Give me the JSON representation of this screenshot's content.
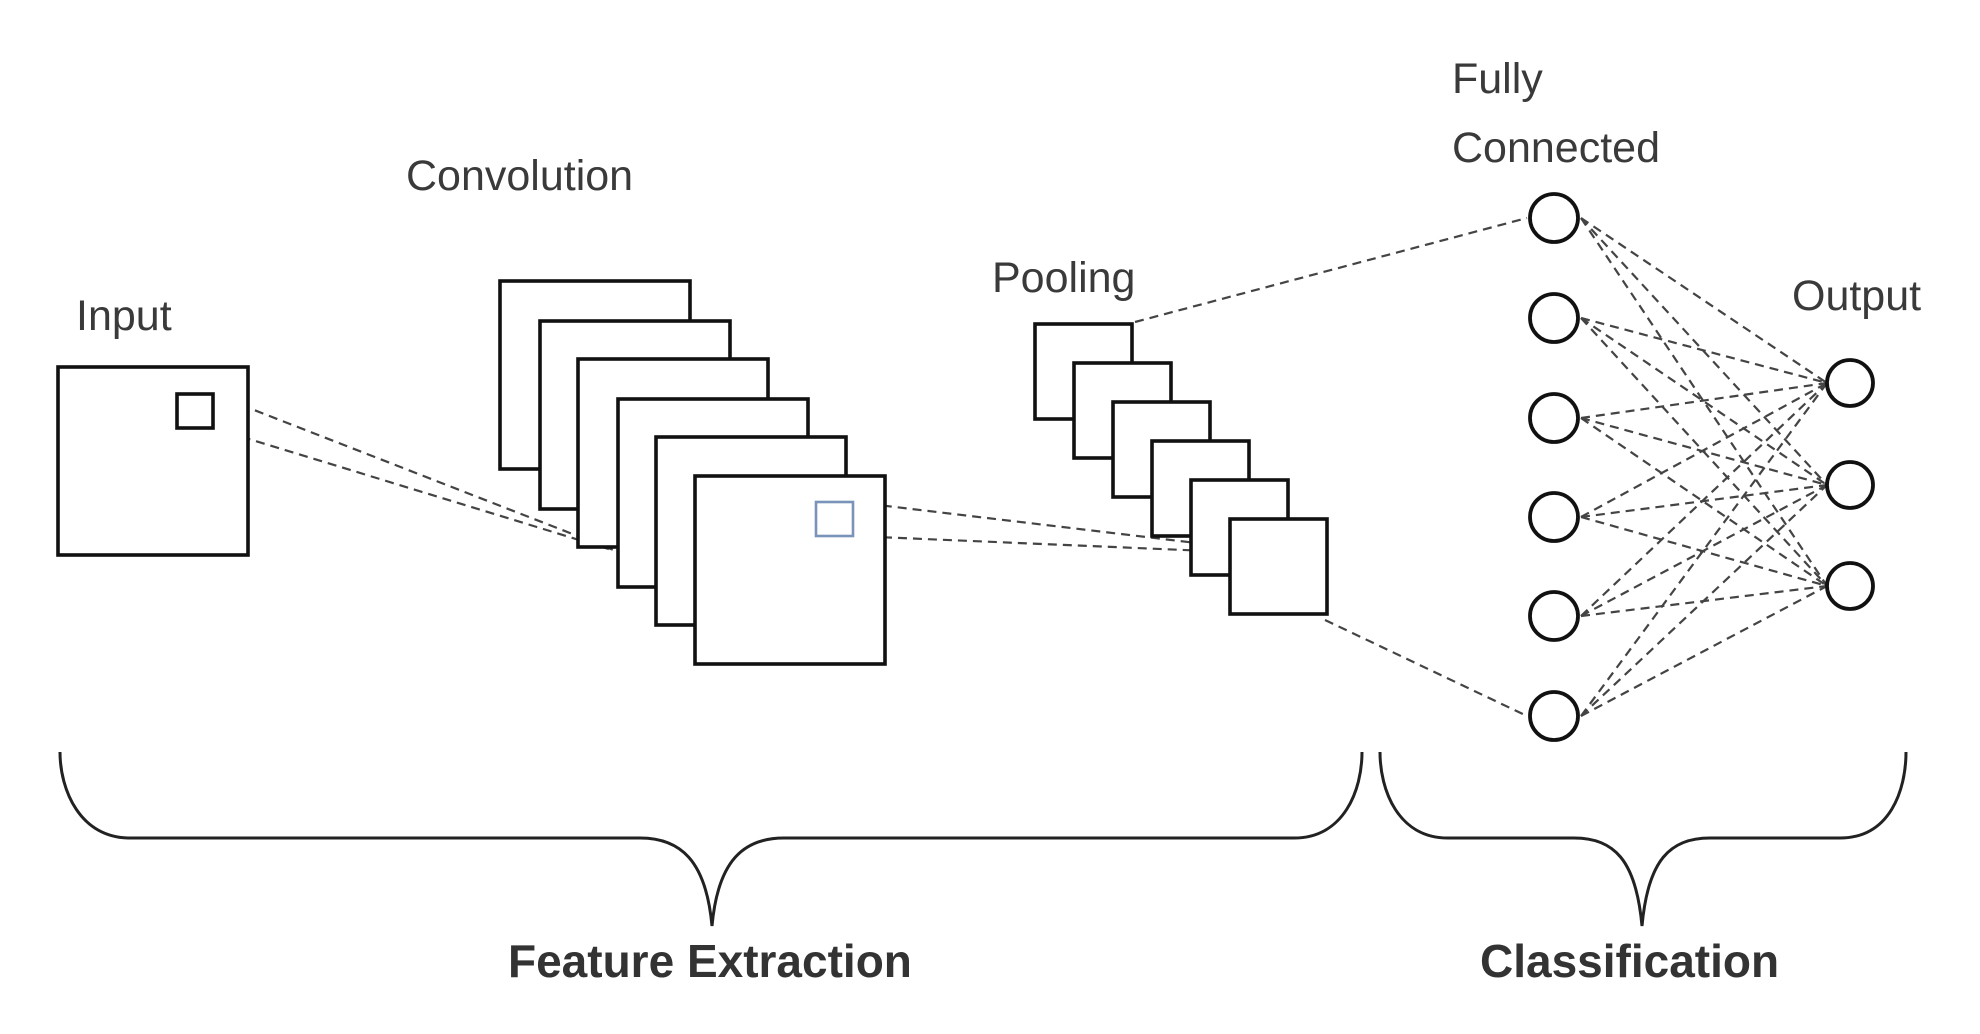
{
  "labels": {
    "input": "Input",
    "convolution": "Convolution",
    "pooling": "Pooling",
    "fully_connected_line1": "Fully",
    "fully_connected_line2": "Connected",
    "output": "Output",
    "feature_extraction": "Feature Extraction",
    "classification": "Classification"
  },
  "layers": {
    "convolution_feature_maps": 6,
    "pooling_feature_maps": 6,
    "fully_connected_nodes": 6,
    "output_nodes": 3
  },
  "colors": {
    "stroke": "#111111",
    "dashed_line": "#444444",
    "kernel_highlight": "#7a93b8",
    "text": "#3a3a3a"
  }
}
